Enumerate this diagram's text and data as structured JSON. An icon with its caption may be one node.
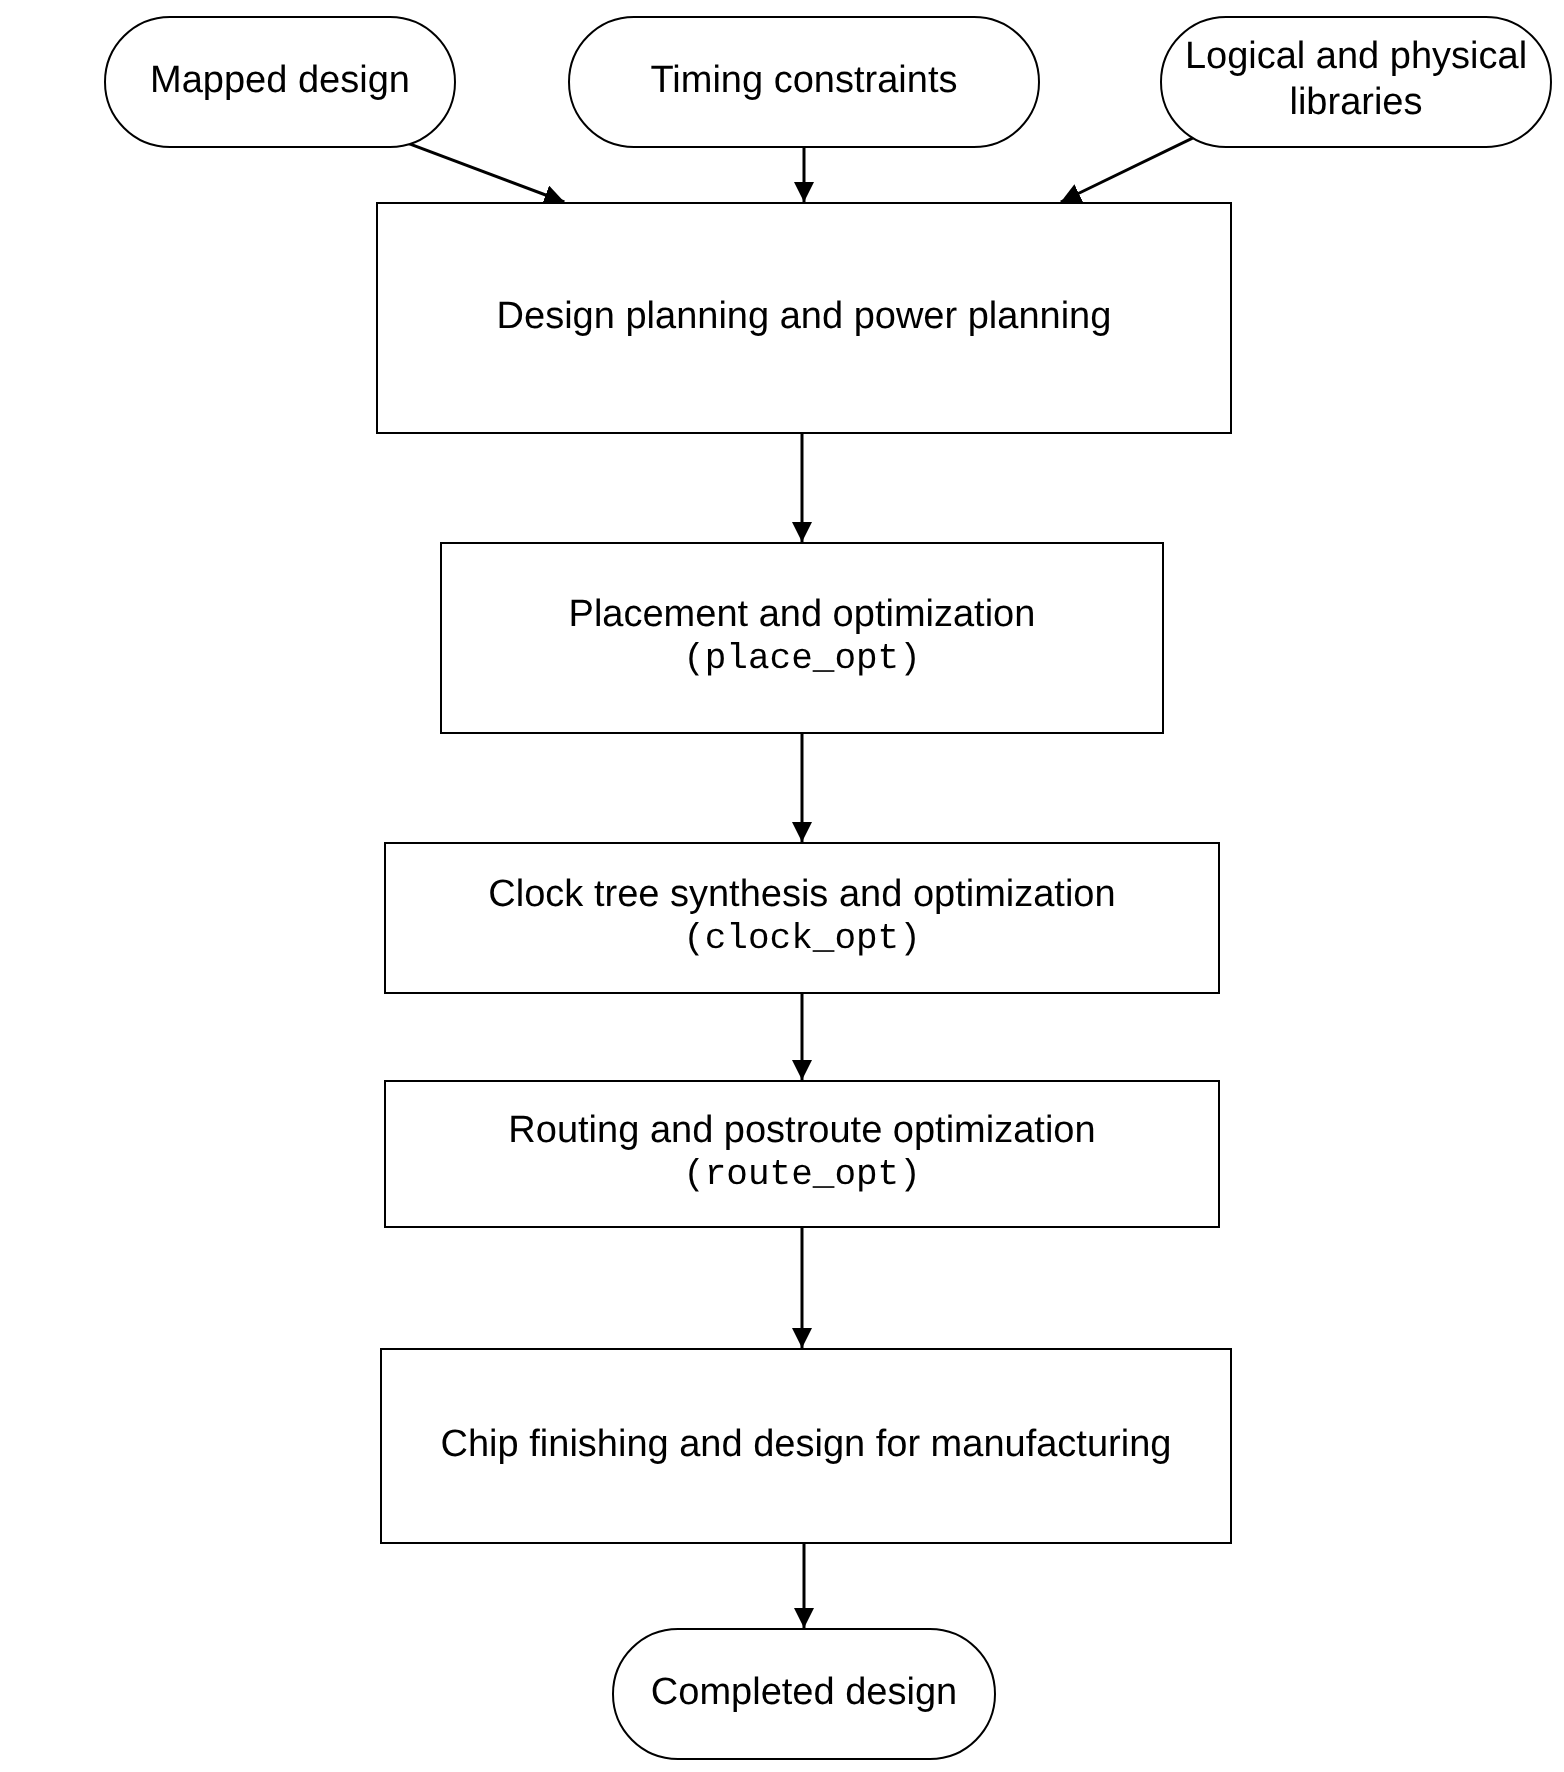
{
  "diagram": {
    "nodes": [
      {
        "text": [
          "Mapped design"
        ]
      },
      {
        "text": [
          "Timing constraints"
        ]
      },
      {
        "text": [
          "Logical and physical libraries"
        ]
      },
      {
        "text": [
          "Design planning and power planning"
        ]
      },
      {
        "text": [
          "Placement and optimization",
          "(place_opt)"
        ]
      },
      {
        "text": [
          "Clock tree synthesis and optimization",
          "(clock_opt)"
        ]
      },
      {
        "text": [
          "Routing and postroute optimization",
          "(route_opt)"
        ]
      },
      {
        "text": [
          "Chip finishing and design for manufacturing"
        ]
      },
      {
        "text": [
          "Completed design"
        ]
      }
    ],
    "edges": [
      {
        "from": 0,
        "to": 3,
        "arrow": "to"
      },
      {
        "from": 1,
        "to": 3,
        "arrow": "to"
      },
      {
        "from": 2,
        "to": 3,
        "arrow": "to"
      },
      {
        "from": 3,
        "to": 4,
        "arrow": "to"
      },
      {
        "from": 4,
        "to": 5,
        "arrow": "to"
      },
      {
        "from": 5,
        "to": 6,
        "arrow": "to"
      },
      {
        "from": 6,
        "to": 7,
        "arrow": "to"
      },
      {
        "from": 7,
        "to": 8,
        "arrow": "to"
      }
    ]
  }
}
